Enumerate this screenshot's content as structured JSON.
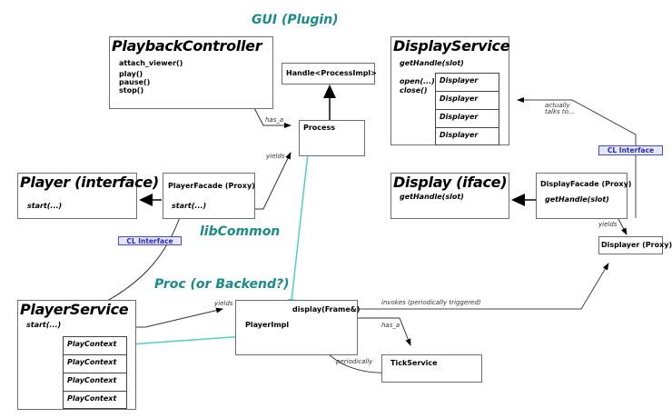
{
  "regions": {
    "gui": "GUI (Plugin)",
    "lib_common": "libCommon",
    "proc": "Proc (or Backend?)"
  },
  "playback_controller": {
    "title": "PlaybackController",
    "methods": [
      "attach_viewer()",
      "play()",
      "pause()",
      "stop()"
    ]
  },
  "handle": {
    "title": "Handle<ProcessImpl>"
  },
  "process": {
    "title": "Process"
  },
  "display_service": {
    "title": "DisplayService",
    "get_handle": "getHandle(slot)",
    "open": "open(...)",
    "close": "close()",
    "displayers": [
      "Displayer",
      "Displayer",
      "Displayer",
      "Displayer"
    ]
  },
  "player_interface": {
    "title": "Player (interface)",
    "method": "start(...)"
  },
  "player_facade": {
    "title": "PlayerFacade (Proxy)",
    "method": "start(...)"
  },
  "display_iface": {
    "title": "Display (iface)",
    "method": "getHandle(slot)"
  },
  "display_facade": {
    "title": "DisplayFacade (Proxy)",
    "method": "getHandle(slot)"
  },
  "displayer_proxy": {
    "title": "Displayer (Proxy)"
  },
  "player_service": {
    "title": "PlayerService",
    "method": "start(...)",
    "contexts": [
      "PlayContext",
      "PlayContext",
      "PlayContext",
      "PlayContext"
    ]
  },
  "player_impl": {
    "title": "PlayerImpl",
    "method": "display(Frame&)"
  },
  "tick_service": {
    "title": "TickService"
  },
  "labels": {
    "has_a_process": "has_a",
    "yields_process": "yields",
    "actually_talks_to": "actually\ntalks to...",
    "cl_interface_top": "CL Interface",
    "cl_interface_left": "CL Interface",
    "yields_displayer": "yields",
    "yields_playerimpl": "yields",
    "invokes": "invokes (periodically triggered)",
    "has_a_tick": "has_a",
    "periodically": "periodically"
  },
  "colors": {
    "region": "#1a8a8a",
    "teal_link": "#4fd1c0",
    "cl_border": "#4a4ad0",
    "cl_fill": "#e6e6fb",
    "box_border": "#6e6e6e"
  }
}
